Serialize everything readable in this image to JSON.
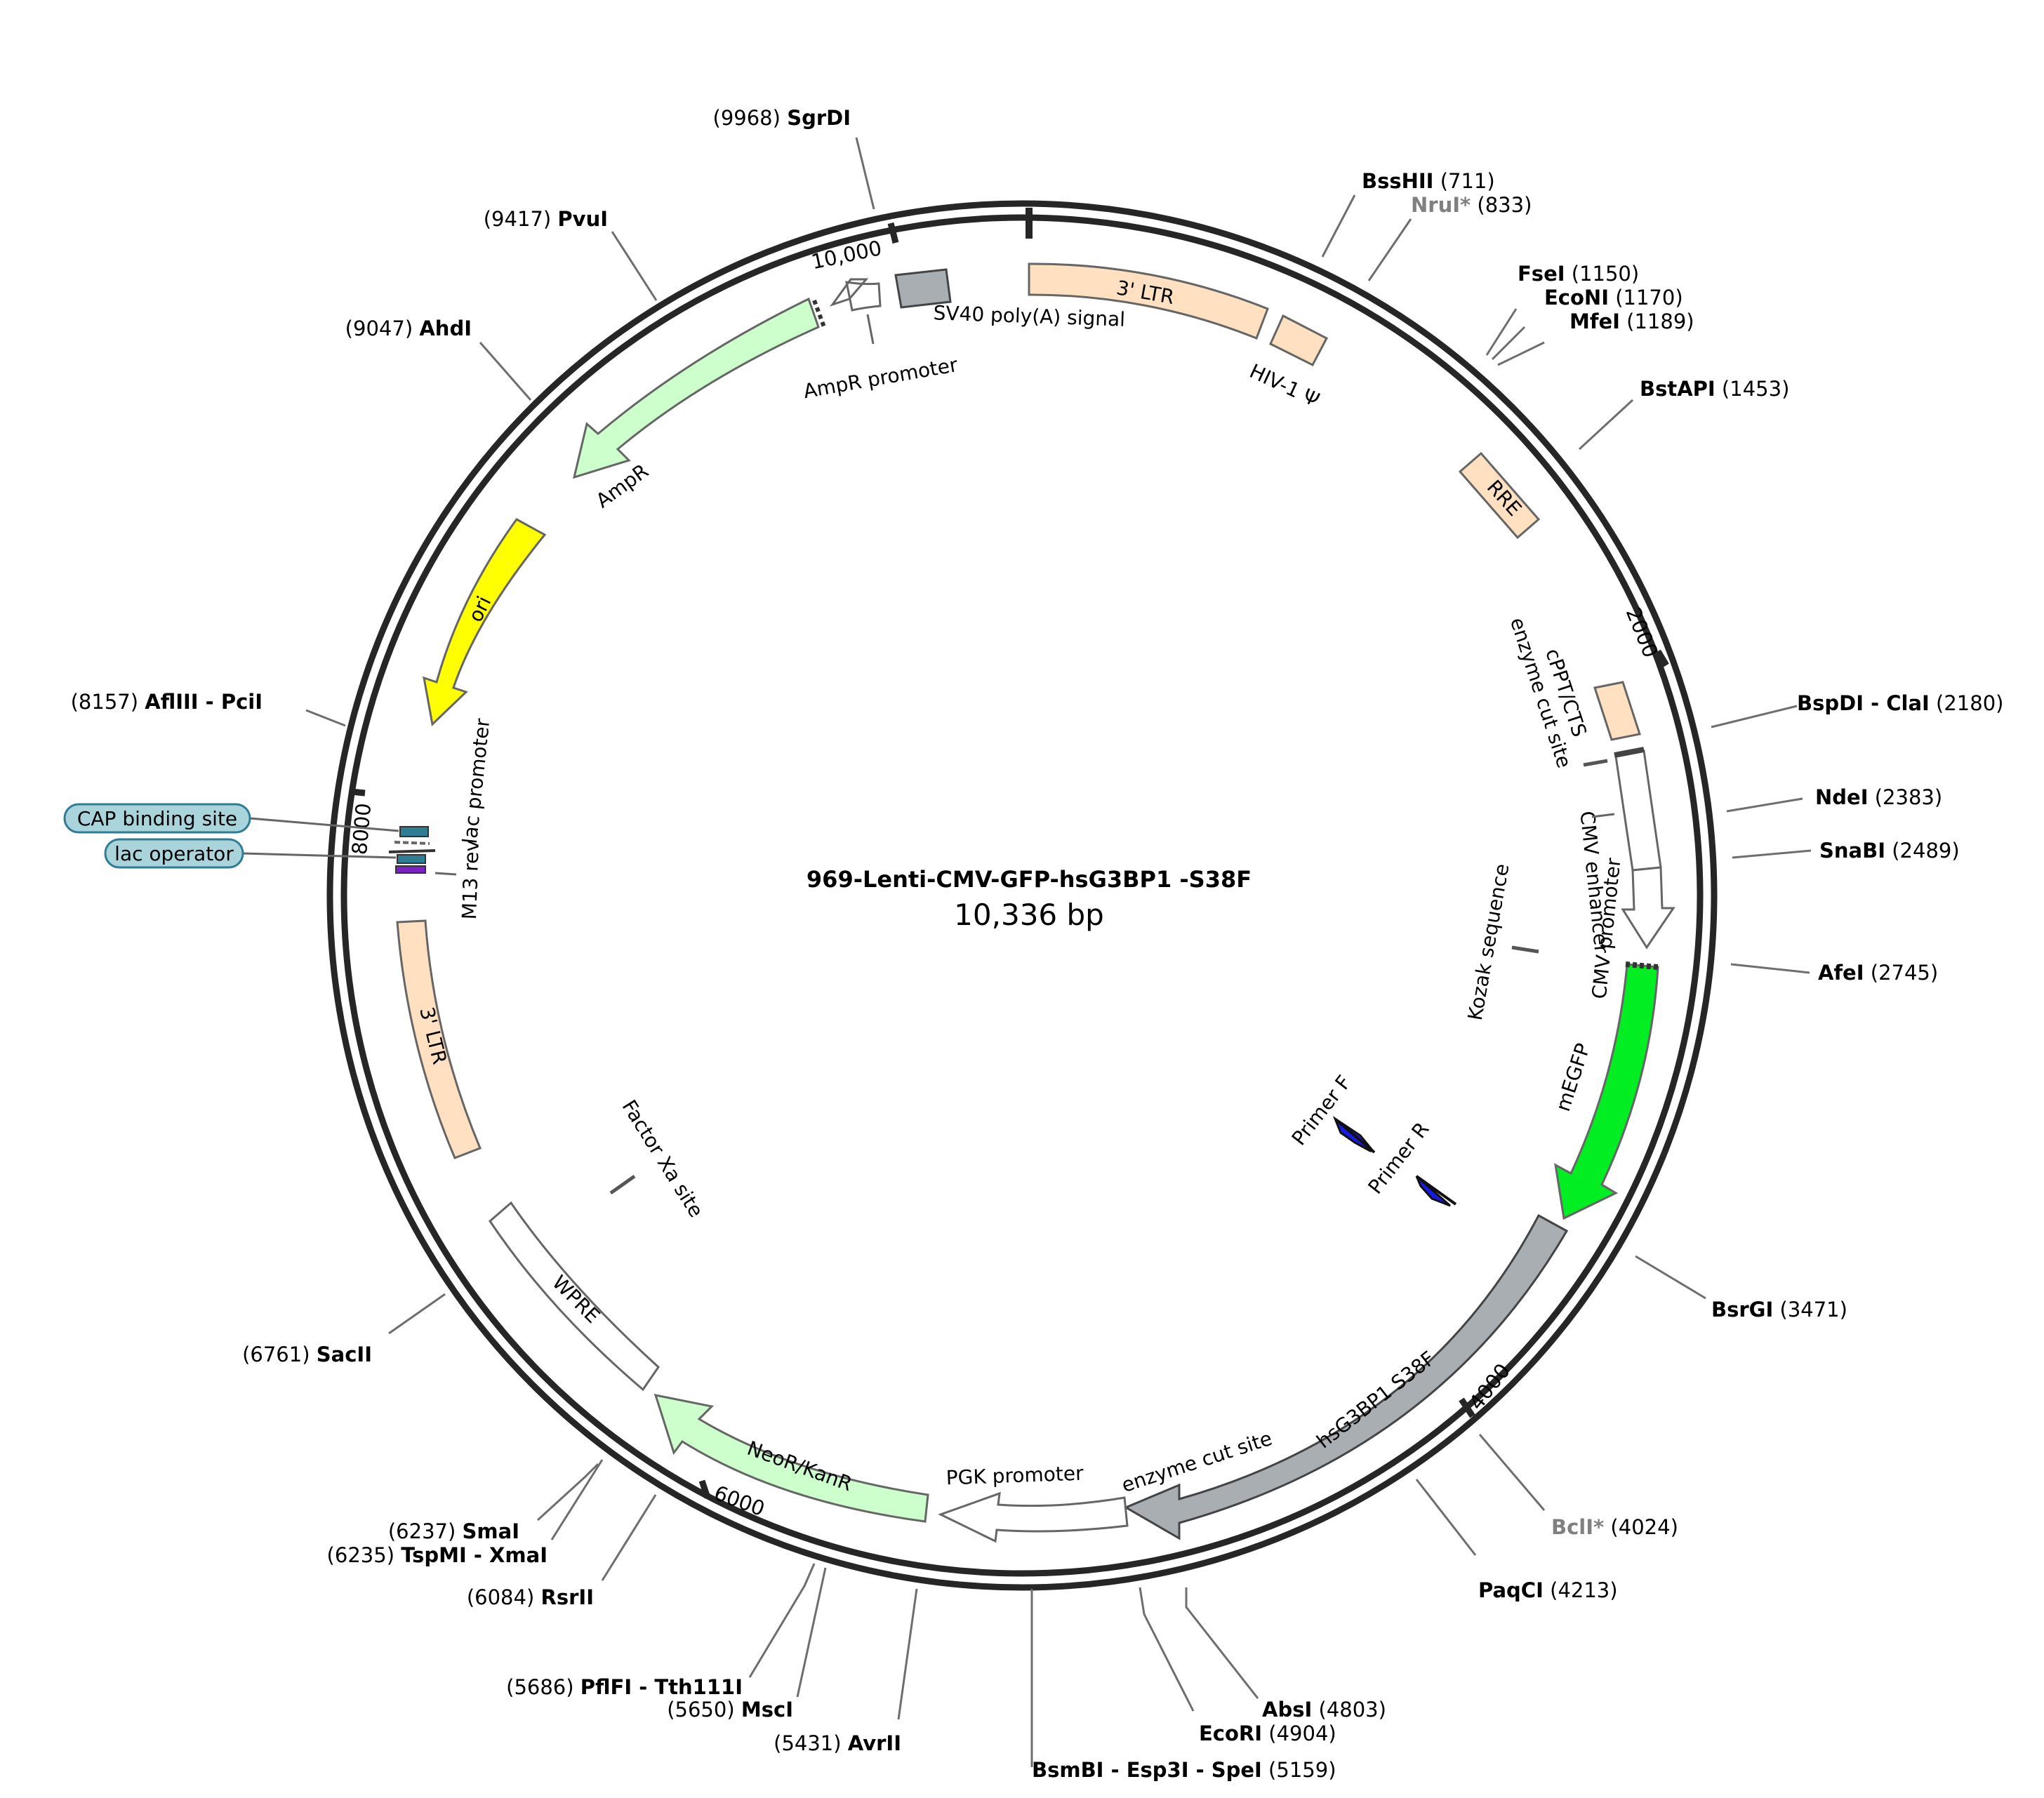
{
  "plasmid": {
    "name": "969-Lenti-CMV-GFP-hsG3BP1 -S38F",
    "size_label": "10,336 bp",
    "length": 10336
  },
  "ticks": [
    {
      "label": "10,000",
      "pos": 10000
    },
    {
      "label": "2000",
      "pos": 2000
    },
    {
      "label": "4000",
      "pos": 4000
    },
    {
      "label": "6000",
      "pos": 6000
    },
    {
      "label": "8000",
      "pos": 8000
    }
  ],
  "sites": [
    {
      "name": "SgrDI",
      "pos": "9968",
      "gray": false
    },
    {
      "name": "PvuI",
      "pos": "9417",
      "gray": false
    },
    {
      "name": "AhdI",
      "pos": "9047",
      "gray": false
    },
    {
      "name": "AflIII - PciI",
      "pos": "8157",
      "gray": false
    },
    {
      "name": "BssHII",
      "pos": "711",
      "gray": false
    },
    {
      "name": "NruI*",
      "pos": "833",
      "gray": true
    },
    {
      "name": "FseI",
      "pos": "1150",
      "gray": false
    },
    {
      "name": "EcoNI",
      "pos": "1170",
      "gray": false
    },
    {
      "name": "MfeI",
      "pos": "1189",
      "gray": false
    },
    {
      "name": "BstAPI",
      "pos": "1453",
      "gray": false
    },
    {
      "name": "BspDI - ClaI",
      "pos": "2180",
      "gray": false
    },
    {
      "name": "NdeI",
      "pos": "2383",
      "gray": false
    },
    {
      "name": "SnaBI",
      "pos": "2489",
      "gray": false
    },
    {
      "name": "AfeI",
      "pos": "2745",
      "gray": false
    },
    {
      "name": "BsrGI",
      "pos": "3471",
      "gray": false
    },
    {
      "name": "BclI*",
      "pos": "4024",
      "gray": true
    },
    {
      "name": "PaqCI",
      "pos": "4213",
      "gray": false
    },
    {
      "name": "AbsI",
      "pos": "4803",
      "gray": false
    },
    {
      "name": "EcoRI",
      "pos": "4904",
      "gray": false
    },
    {
      "name": "BsmBI - Esp3I - SpeI",
      "pos": "5159",
      "gray": false
    },
    {
      "name": "AvrII",
      "pos": "5431",
      "gray": false
    },
    {
      "name": "MscI",
      "pos": "5650",
      "gray": false
    },
    {
      "name": "PflFI - Tth111I",
      "pos": "5686",
      "gray": false
    },
    {
      "name": "RsrII",
      "pos": "6084",
      "gray": false
    },
    {
      "name": "TspMI - XmaI",
      "pos": "6235",
      "gray": false
    },
    {
      "name": "SmaI",
      "pos": "6237",
      "gray": false
    },
    {
      "name": "SacII",
      "pos": "6761",
      "gray": false
    }
  ],
  "features": [
    {
      "name": "3' LTR",
      "color": "#ffe0c0"
    },
    {
      "name": "HIV-1 Ψ",
      "color": "#ffe0c0"
    },
    {
      "name": "RRE",
      "color": "#ffe0c0"
    },
    {
      "name": "cPPT/CTS",
      "color": "#ffe0c0"
    },
    {
      "name": "enzyme cut site",
      "color": "#555555"
    },
    {
      "name": "CMV enhancer",
      "color": "#ffffff"
    },
    {
      "name": "CMV promoter",
      "color": "#ffffff"
    },
    {
      "name": "Kozak sequence",
      "color": "#555555"
    },
    {
      "name": "mEGFP",
      "color": "#00ee22"
    },
    {
      "name": "hsG3BP1 S38F",
      "color": "#a9aeb3"
    },
    {
      "name": "enzyme cut site",
      "color": "#555555"
    },
    {
      "name": "PGK promoter",
      "color": "#ffffff"
    },
    {
      "name": "NeoR/KanR",
      "color": "#ccffcc"
    },
    {
      "name": "WPRE",
      "color": "#ffffff"
    },
    {
      "name": "3' LTR",
      "color": "#ffe0c0"
    },
    {
      "name": "M13 rev",
      "color": "#555555"
    },
    {
      "name": "lac operator",
      "color": "#aad4dc"
    },
    {
      "name": "lac promoter",
      "color": "#ffffff"
    },
    {
      "name": "CAP binding site",
      "color": "#aad4dc"
    },
    {
      "name": "ori",
      "color": "#ffff00"
    },
    {
      "name": "AmpR",
      "color": "#ccffcc"
    },
    {
      "name": "AmpR promoter",
      "color": "#ffffff"
    },
    {
      "name": "SV40 poly(A) signal",
      "color": "#a9aeb3"
    },
    {
      "name": "Factor Xa site",
      "color": "#555555"
    },
    {
      "name": "Primer F",
      "color": "#1a1ae6"
    },
    {
      "name": "Primer R",
      "color": "#1a1ae6"
    }
  ]
}
